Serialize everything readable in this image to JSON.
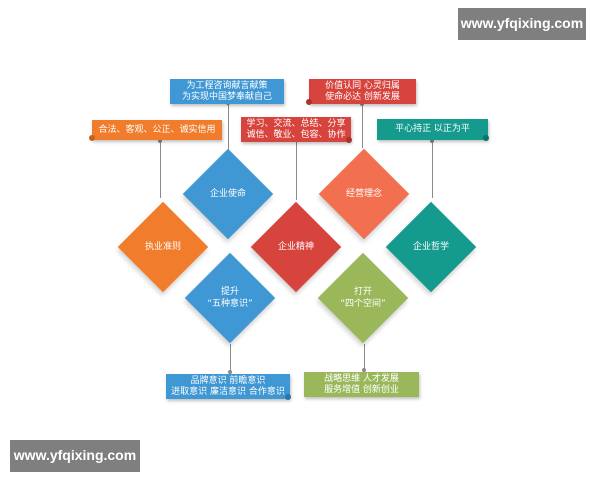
{
  "watermark_top": "www.yfqixing.com",
  "watermark_bottom": "www.yfqixing.com",
  "diamonds": {
    "mission": "企业使命",
    "philosophy_management": "经营理念",
    "code": "执业准则",
    "spirit": "企业精神",
    "philosophy": "企业哲学",
    "awareness": [
      "提升",
      "“五种意识”"
    ],
    "spaces": [
      "打开",
      "“四个空间”"
    ]
  },
  "banners": {
    "mission": [
      "为工程咨询献言献策",
      "为实现中国梦奉献自己"
    ],
    "code": [
      "合法、客观、公正、诚实信用"
    ],
    "spirit": [
      "学习、交流、总结、分享",
      "诚信、敬业、包容、协作"
    ],
    "management": [
      "价值认同  心灵归属",
      "使命必达  创新发展"
    ],
    "philosophy": [
      "平心持正  以正为平"
    ],
    "awareness": [
      "品牌意识  前瞻意识",
      "进取意识  廉洁意识  合作意识"
    ],
    "spaces": [
      "战略思维  人才发展",
      "服务增值  创新创业"
    ]
  },
  "colors": {
    "blue": "#3f97d3",
    "orange": "#f07c2c",
    "red": "#d7443e",
    "teal": "#159a8e",
    "green": "#9ab85a",
    "salmon": "#f26f4f"
  }
}
